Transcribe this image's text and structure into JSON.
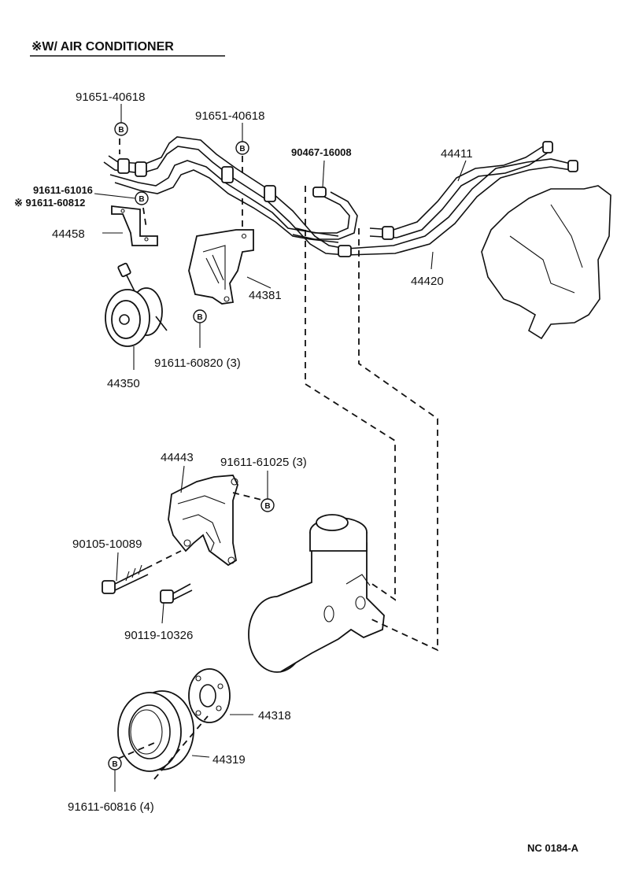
{
  "title": {
    "text": "※W/ AIR CONDITIONER"
  },
  "bolt_marker": "B",
  "labels": {
    "p91651_40618_a": "91651-40618",
    "p91651_40618_b": "91651-40618",
    "p90467_16008": "90467-16008",
    "p44411": "44411",
    "p91611_61016": "91611-61016",
    "p91611_60812": "※ 91611-60812",
    "p44458": "44458",
    "p44381": "44381",
    "p44420": "44420",
    "p44350": "44350",
    "p91611_60820": "91611-60820 (3)",
    "p44443": "44443",
    "p91611_61025": "91611-61025 (3)",
    "p90105_10089": "90105-10089",
    "p90119_10326": "90119-10326",
    "p44318": "44318",
    "p44319": "44319",
    "p91611_60816": "91611-60816 (4)",
    "ref_code": "NC  0184-A"
  }
}
